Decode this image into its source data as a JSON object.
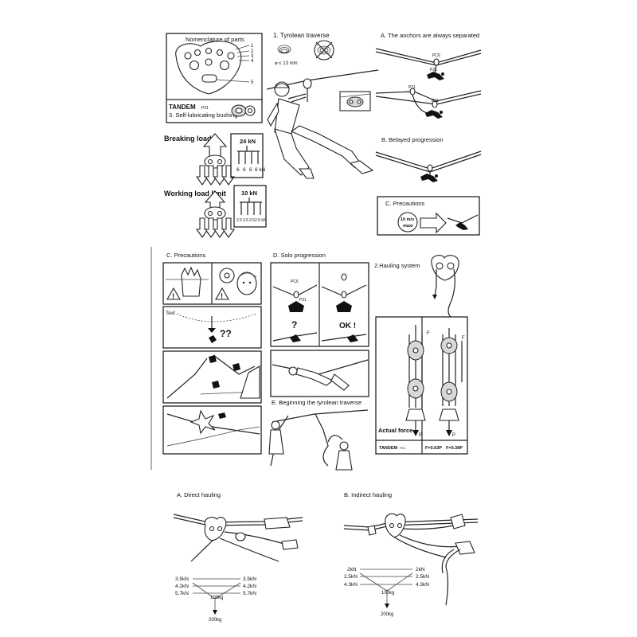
{
  "top_left": {
    "nomenclature_title": "Nomenclature of parts",
    "part_numbers": [
      "1",
      "2",
      "3",
      "4",
      "5"
    ],
    "tandem_label": "TANDEM",
    "tandem_code": "P21",
    "bushing_label": "3. Self-lubricating bushing",
    "breaking_load_title": "Breaking load",
    "breaking_total": "24 kN",
    "breaking_parts": [
      "6",
      "6",
      "6",
      "6 kN"
    ],
    "working_load_title": "Working load limit",
    "working_total": "10 kN",
    "working_parts": [
      "2.5",
      "2.5",
      "2.5",
      "2.5 kN"
    ]
  },
  "tyrolean": {
    "title": "1. Tyrolean traverse",
    "rope_spec": "⌀ ≤ 13 mm"
  },
  "top_right": {
    "anchors_title": "A. The anchors are always separated",
    "code_pc6": "PC6",
    "code_p21a": "P21",
    "code_p21b": "P21",
    "code_p21c": "P21",
    "belayed_title": "B. Belayed progression",
    "precautions_title": "C. Precautions",
    "speed_top": "10 m/s",
    "speed_bottom": "maxi"
  },
  "middle": {
    "precautions_title": "C. Precautions",
    "text_label": "Text",
    "question_marks": "??",
    "solo_title": "D. Solo progression",
    "solo_code_a": "PC6",
    "solo_code_b": "P21",
    "solo_question": "?",
    "solo_ok": "OK !",
    "beginning_title": "E. Beginning the tyrolean traverse",
    "hauling_title": "2.Hauling system",
    "force_f_left": "F",
    "force_f_right": "F",
    "force_p_left": "P",
    "force_p_right": "P",
    "actual_force": "Actual force",
    "table_tandem": "TANDEM",
    "table_code": "P21",
    "table_f1": "F=0.63P",
    "table_f2": "F=0.38P"
  },
  "bottom": {
    "direct_title": "A. Direct hauling",
    "direct_left": [
      "3.5kN",
      "4.2kN",
      "5.7kN"
    ],
    "direct_right": [
      "3.5kN",
      "4.2kN",
      "5.7kN"
    ],
    "direct_load": "100kg",
    "direct_total": "200kg",
    "indirect_title": "B. Indirect hauling",
    "indirect_left": [
      "2kN",
      "2.5kN",
      "4.3kN"
    ],
    "indirect_right": [
      "2kN",
      "2.5kN",
      "4.3kN"
    ],
    "indirect_load": "100kg",
    "indirect_total": "200kg"
  }
}
